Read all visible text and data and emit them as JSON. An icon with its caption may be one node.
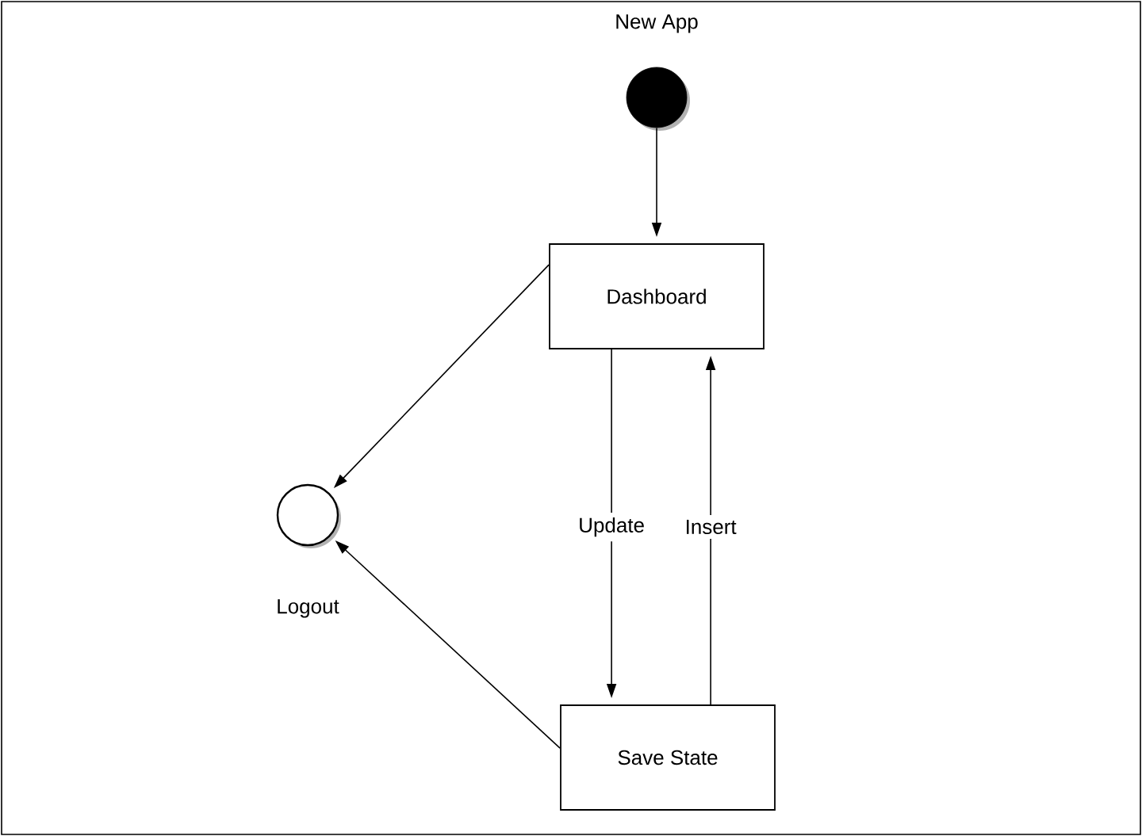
{
  "diagram": {
    "nodes": [
      {
        "text": [
          "New App"
        ]
      },
      {
        "text": [
          "Dashboard"
        ]
      },
      {
        "text": [
          "Logout"
        ]
      },
      {
        "text": [
          "Save State"
        ]
      }
    ],
    "edges": [
      {
        "from": 0,
        "to": 1,
        "arrow": "to"
      },
      {
        "from": 1,
        "to": 2,
        "arrow": "to"
      },
      {
        "from": 1,
        "to": 3,
        "arrow": "to",
        "label": "Update"
      },
      {
        "from": 3,
        "to": 1,
        "arrow": "to",
        "label": "Insert"
      },
      {
        "from": 3,
        "to": 2,
        "arrow": "to"
      }
    ]
  }
}
